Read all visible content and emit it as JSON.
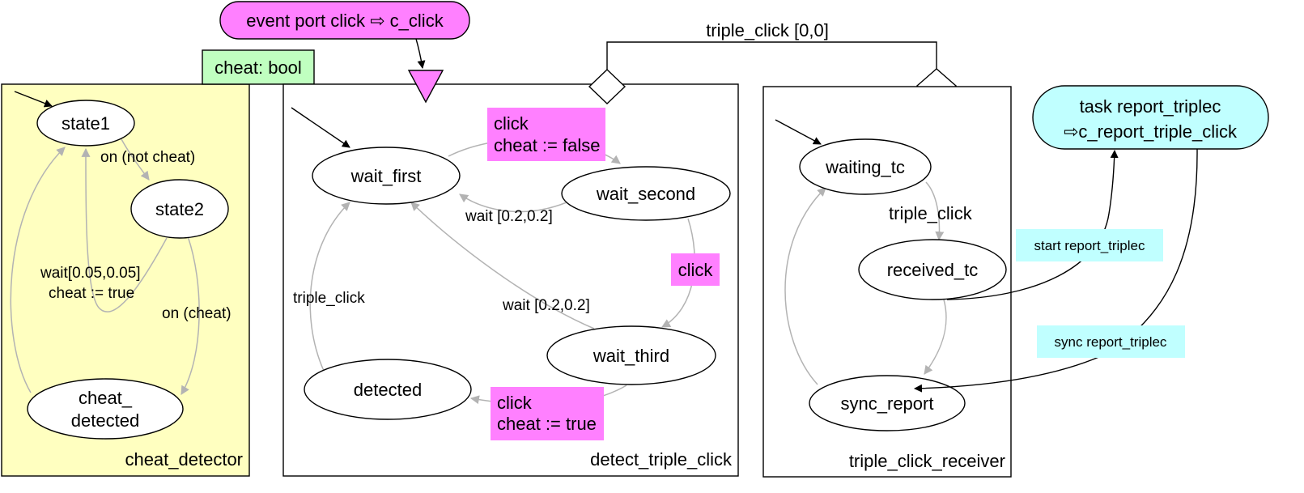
{
  "event_port": {
    "text": "event port click ⇨ c_click",
    "fill": "#ff80ff"
  },
  "cheat_var": {
    "text": "cheat: bool",
    "fill": "#c0ffc0"
  },
  "triple_label": "triple_click [0,0]",
  "task_node": {
    "line1": "task report_triplec",
    "line2": "⇨c_report_triple_click",
    "fill": "#c0ffff"
  },
  "colors": {
    "cheat_fill": "#ffffc0",
    "magenta": "#ff80ff",
    "cyan": "#c0ffff",
    "edge_gray": "#b3b3b3"
  },
  "cheat_detector": {
    "title": "cheat_detector",
    "states": {
      "s1": "state1",
      "s2": "state2",
      "cd1": "cheat_",
      "cd2": "detected"
    },
    "edges": {
      "not_cheat": "on (not cheat)",
      "wait1": "wait[0.05,0.05]",
      "wait2": "cheat := true",
      "on_cheat": "on (cheat)"
    }
  },
  "detect_triple_click": {
    "title": "detect_triple_click",
    "states": {
      "wait_first": "wait_first",
      "wait_second": "wait_second",
      "wait_third": "wait_third",
      "detected": "detected"
    },
    "edges": {
      "click1_a": "click",
      "click1_b": "cheat := false",
      "wait_a": "wait [0.2,0.2]",
      "click2": "click",
      "wait_b": "wait [0.2,0.2]",
      "triple": "triple_click",
      "click3_a": "click",
      "click3_b": "cheat := true"
    }
  },
  "triple_click_receiver": {
    "title": "triple_click_receiver",
    "states": {
      "waiting": "waiting_tc",
      "received": "received_tc",
      "sync": "sync_report"
    },
    "edges": {
      "triple": "triple_click"
    }
  },
  "links": {
    "start": "start report_triplec",
    "sync": "sync report_triplec"
  }
}
